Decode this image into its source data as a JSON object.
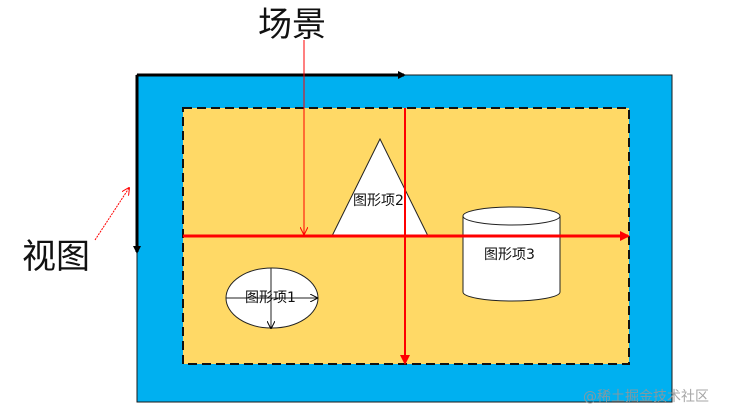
{
  "labels": {
    "scene": "场景",
    "view": "视图"
  },
  "items": [
    {
      "name": "图形项1",
      "shape": "ellipse"
    },
    {
      "name": "图形项2",
      "shape": "triangle"
    },
    {
      "name": "图形项3",
      "shape": "cylinder"
    }
  ],
  "watermark": "@稀土掘金技术社区",
  "colors": {
    "view_bg": "#00B0F0",
    "scene_bg": "#FFD966",
    "axis_red": "#FF0000",
    "view_axis": "#000000",
    "shape_fill": "#FFFFFF"
  }
}
